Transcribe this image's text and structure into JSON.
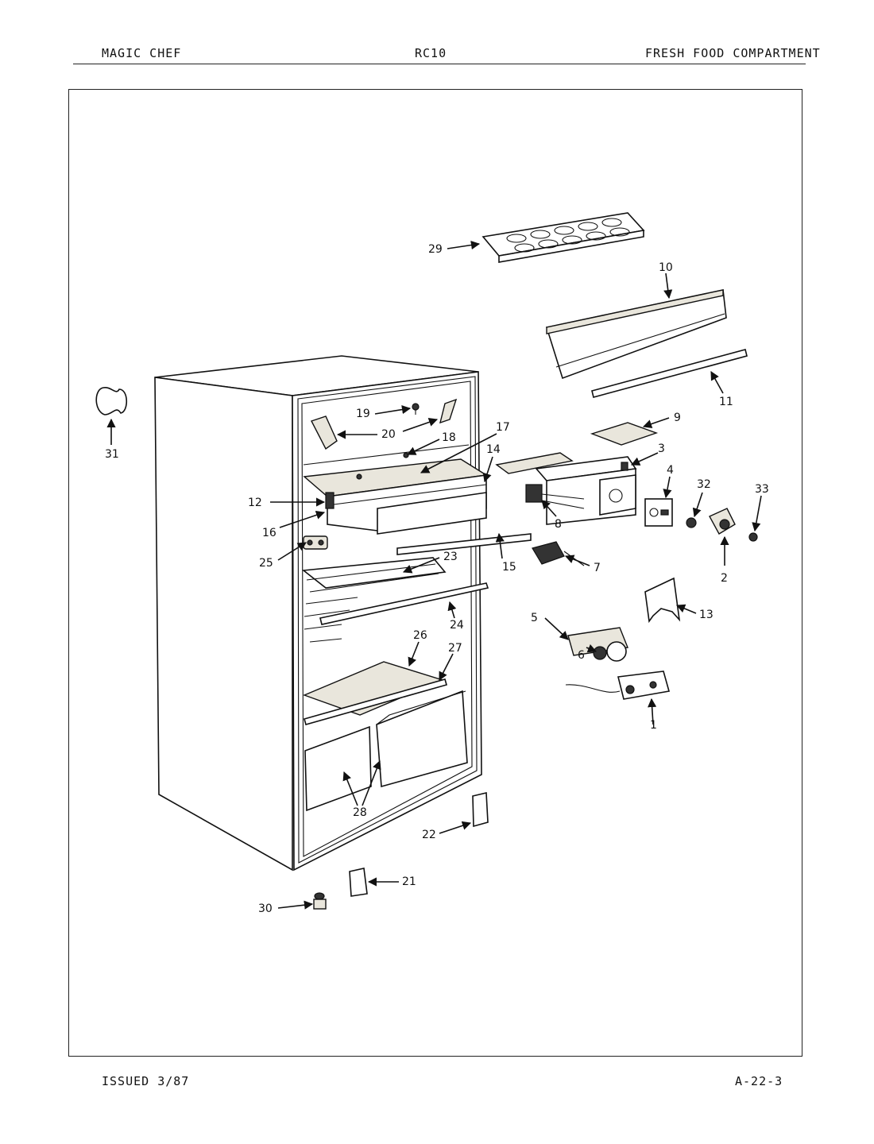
{
  "header": {
    "brand": "MAGIC CHEF",
    "model": "RC10",
    "section": "FRESH FOOD COMPARTMENT"
  },
  "footer": {
    "issued": "ISSUED 3/87",
    "page_code": "A-22-3"
  },
  "callouts": [
    "1",
    "2",
    "3",
    "4",
    "5",
    "6",
    "7",
    "8",
    "9",
    "10",
    "11",
    "12",
    "13",
    "14",
    "15",
    "16",
    "17",
    "18",
    "19",
    "20",
    "21",
    "22",
    "23",
    "24",
    "25",
    "26",
    "27",
    "28",
    "29",
    "30",
    "31",
    "32",
    "33"
  ]
}
